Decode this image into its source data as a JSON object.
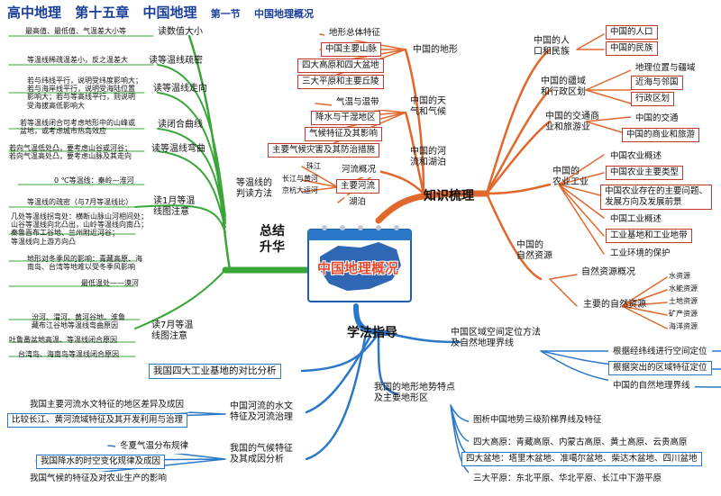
{
  "header": {
    "course": "高中地理",
    "chapter": "第十五章",
    "chapter_title": "中国地理",
    "section": "第一节",
    "section_title": "中国地理概况"
  },
  "center": {
    "label": "中国地理概况"
  },
  "main_branches": {
    "zongjie": "总结\n升华",
    "zhishi": "知识梳理",
    "xuefa": "学法指导"
  },
  "summary": {
    "judge": "等温线的\n判读方法",
    "b1": "读数值大小",
    "b1_leaf": "最高值、最低值、气温差大小等",
    "b2": "读等温线疏密",
    "b2_leaf": "等温线稀疏温差小，反之温差大",
    "b3": "读等温线走向",
    "b3_leaf": "若与纬线平行，说明受纬度影响大；\n若与海岸线平行，说明受海陆位置\n影响大；若与等高线平行，则说明\n受海拔高低影响大",
    "b4": "读闭合曲线",
    "b4_leaf": "若等温线闭合可考虑地形中的山峰或\n盆地，或考虑城市热岛效应",
    "b5": "读等温线弯曲",
    "b5_leaf": "若向气温低处凸，要考虑山谷或河谷；\n若向气温高处凸，要考虑山脉及其走向",
    "jan": "读1月等温\n线图注意",
    "jan_l1": "0 ℃等温线：秦岭—淮河",
    "jan_l2": "等温线的疏密（与7月等温线比）",
    "jan_l3": "几处等温线拐弯处：横断山脉山河相间处；\n山谷等温线向北凸出，山岭等温线向南凸；\n秦鲁晋布工谷地、兰州附近河谷；\n等温线向上游方向凸",
    "jan_l4": "地形对冬季风的影响：青藏高原、海\n南岛、台湾等地难以受冬季风影响",
    "jan_l5": "最低温处——漠河",
    "jul": "读7月等温\n线图注意",
    "jul_l1": "汾河、渭河、黄河谷地、淮鲁\n藏布江谷地等温线弯曲原因",
    "jul_l2": "吐鲁番盆地高温、等温线闭合原因",
    "jul_l3": "台湾岛、海南岛等温线闭合原因"
  },
  "knowledge": {
    "terrain": "中国的地形",
    "terrain_items": [
      "地形总体特征",
      "中国主要山脉",
      "四大高原和四大盆地",
      "三大平原和主要丘陵"
    ],
    "climate": "中国的天\n气和气候",
    "climate_items": [
      "气温与温带",
      "降水与干湿地区",
      "气候特征及其影响",
      "主要气候灾害及其防治措施"
    ],
    "rivers": "中国的河\n流和湖泊",
    "rivers_items": [
      "河流概况",
      "主要河流",
      "湖泊"
    ],
    "river_names": [
      "珠江",
      "长江与黄河",
      "京杭大运河"
    ],
    "people": "中国的人\n口和民族",
    "people_items": [
      "中国的人口",
      "中国的民族"
    ],
    "admin": "中国的疆域\n和行政区划",
    "admin_items": [
      "地理位置与疆域",
      "近海与邻国",
      "行政区划"
    ],
    "traffic": "中国的交通商\n业和旅游业",
    "traffic_items": [
      "中国的交通",
      "中国的商业和旅游"
    ],
    "agri": "中国的\n农业工业",
    "agri_items": [
      "中国农业概述",
      "中国农业主要类型",
      "中国农业存在的主要问题、\n发展方向及发展前景",
      "中国工业概述",
      "工业基地和工业地带",
      "工业环境的保护"
    ],
    "res": "中国的\n自然资源",
    "res_items": [
      "自然资源概况",
      "主要的自然资源"
    ],
    "res_sub": [
      "水资源",
      "水能资源",
      "土地资源",
      "矿产资源",
      "海洋资源"
    ]
  },
  "guide": {
    "g1": "中国区域空间定位方法\n及自然地理界线",
    "g1_items": [
      "根据经纬线进行空间定位",
      "根据突出的区域特征定位",
      "中国的自然地理界线"
    ],
    "g2": "我国的地形地势特点\n及主要地形区",
    "g2_items": [
      "图析中国地势三级阶梯界线及特征",
      "四大高原：青藏高原、内蒙古高原、黄土高原、云贵高原",
      "四大盆地：塔里木盆地、准噶尔盆地、柴达木盆地、四川盆地",
      "三大平原：东北平原、华北平原、长江中下游平原"
    ],
    "g3": "我国四大工业基地的对比分析",
    "g4": "中国河流的水文\n特征及河流治理",
    "g4_items": [
      "我国主要河流水文特征的地区差异及成因",
      "比较长江、黄河流域特征及其开发利用与治理"
    ],
    "g5": "我国的气候特征\n及其成因分析",
    "g5_items": [
      "冬夏气温分布规律",
      "我国降水的时空变化规律及成因",
      "我国气候的特征及对农业生产的影响"
    ]
  },
  "colors": {
    "red": "#c23a2a",
    "green": "#3aa63a",
    "blue": "#2b78c9",
    "title_blue": "#1a3f9a"
  }
}
